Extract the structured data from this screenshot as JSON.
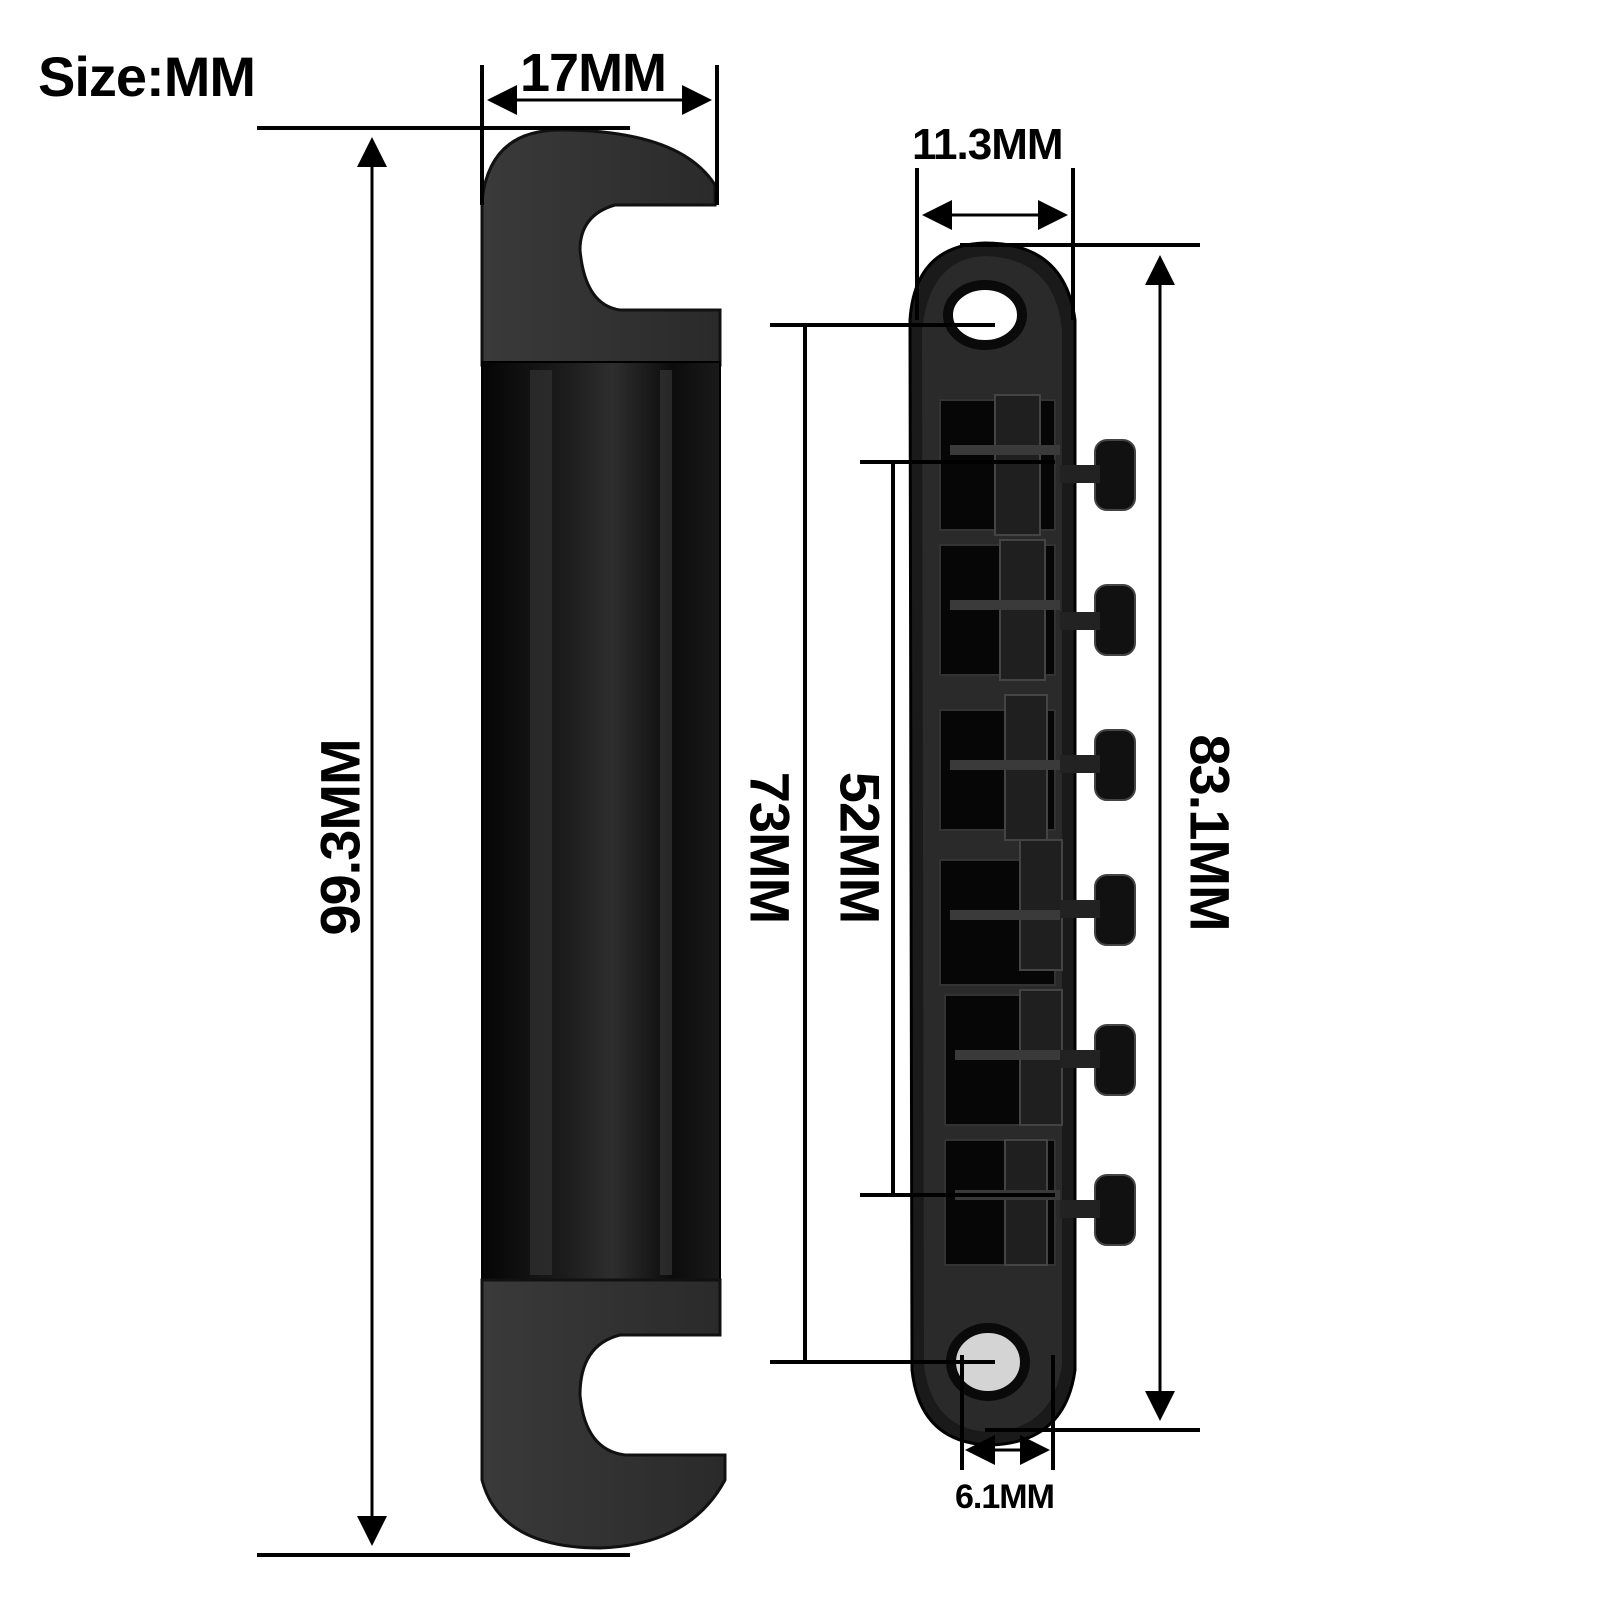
{
  "diagram": {
    "title": "Size:MM",
    "subject": "guitar tailpiece and tune-o-matic bridge (black)",
    "colors": {
      "background": "#ffffff",
      "part_dark": "#111111",
      "part_mid": "#3a3a3a",
      "hole_fill": "#d4d4d4",
      "dimension_lines": "#000000"
    },
    "dimensions": {
      "tailpiece_width": "17MM",
      "tailpiece_length": "99.3MM",
      "bridge_width": "11.3MM",
      "bridge_stud_spacing": "73MM",
      "bridge_string_span": "52MM",
      "bridge_length": "83.1MM",
      "bridge_hole_diameter": "6.1MM"
    },
    "saddle_count": 6
  }
}
